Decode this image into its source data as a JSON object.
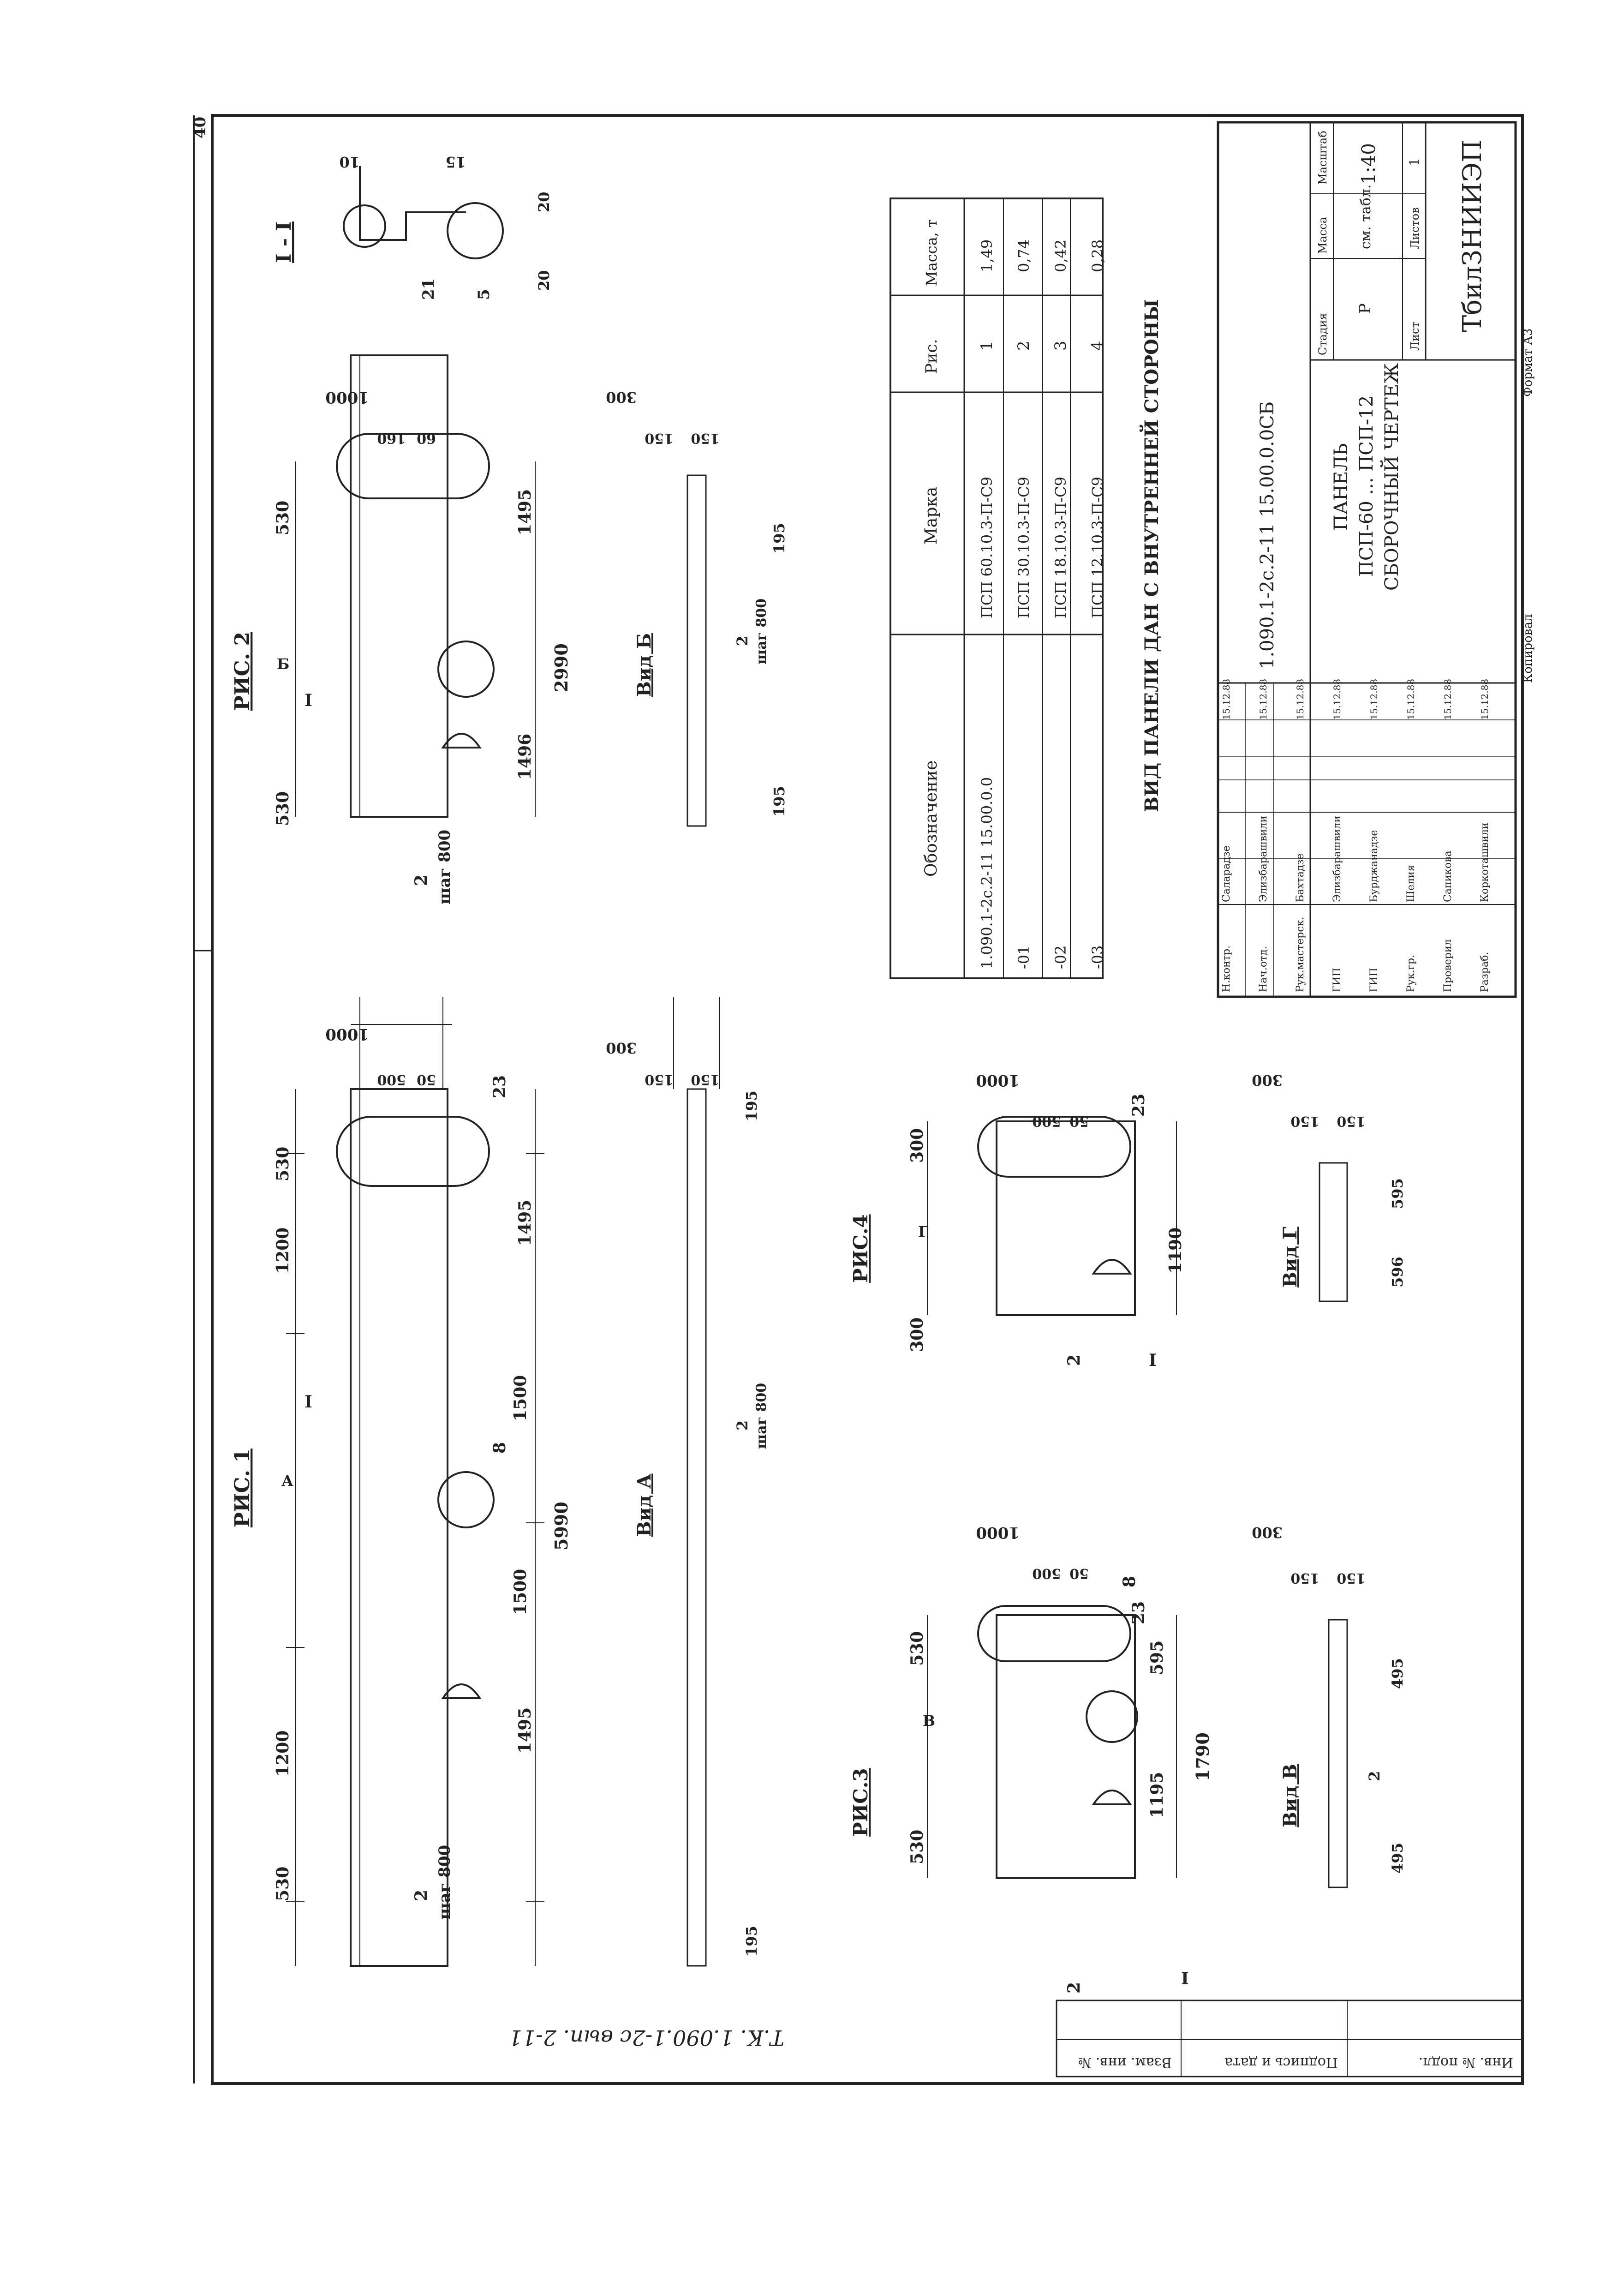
{
  "sheet": {
    "number": "40",
    "format": "Формат А3",
    "copied": "Копировал"
  },
  "left_margin": {
    "album": "Т.К. 1.090.1-2с вып. 2-11",
    "inv_no": "Инв. № подл.",
    "signature_date": "Подпись и дата",
    "inv_instead": "Взам. инв. №"
  },
  "title_block": {
    "doc_code": "1.090.1-2с.2-11 15.00.0.0СБ",
    "title_1": "ПАНЕЛЬ",
    "title_2": "ПСП-60 ... ПСП-12",
    "title_3": "СБОРОЧНЫЙ ЧЕРТЕЖ",
    "head_stage": "Стадия",
    "head_mass": "Масса",
    "head_scale": "Масштаб",
    "stage": "Р",
    "mass": "см. табл.",
    "scale": "1:40",
    "sheet_label": "Лист",
    "sheets_label": "Листов",
    "sheets": "1",
    "org": "ТбилЗНИИЭП",
    "staff": [
      {
        "role": "Н.контр.",
        "name": "Саларадзе",
        "date": "15.12.88"
      },
      {
        "role": "Нач.отд.",
        "name": "Элизбарашвили",
        "date": "15.12.88"
      },
      {
        "role": "Рук.мастерск.",
        "name": "Бахтадзе",
        "date": "15.12.88"
      },
      {
        "role": "ГИП",
        "name": "Элизбарашвили",
        "date": "15.12.88"
      },
      {
        "role": "ГИП",
        "name": "Бурджанадзе",
        "date": "15.12.88"
      },
      {
        "role": "Рук.гр.",
        "name": "Шелия",
        "date": "15.12.88"
      },
      {
        "role": "Проверил",
        "name": "Сапикова",
        "date": "15.12.88"
      },
      {
        "role": "Разраб.",
        "name": "Коркоташвили",
        "date": "15.12.88"
      }
    ]
  },
  "spec_table": {
    "headers": [
      "Обозначение",
      "Марка",
      "Рис.",
      "Масса, т"
    ],
    "rows": [
      {
        "des": "1.090.1-2с.2-11 15.00.0.0",
        "mark": "ПСП 60.10.3-П-С9",
        "fig": "1",
        "mass": "1,49"
      },
      {
        "des": "-01",
        "mark": "ПСП 30.10.3-П-С9",
        "fig": "2",
        "mass": "0,74"
      },
      {
        "des": "-02",
        "mark": "ПСП 18.10.3-П-С9",
        "fig": "3",
        "mass": "0,42"
      },
      {
        "des": "-03",
        "mark": "ПСП 12.10.3-П-С9",
        "fig": "4",
        "mass": "0,28"
      }
    ],
    "note": "ВИД ПАНЕЛИ ДАН С ВНУТРЕННЕЙ СТОРОНЫ"
  },
  "figures": {
    "fig1": {
      "label": "РИС. 1",
      "view": "Вид А",
      "d530": "530",
      "d1200": "1200",
      "d1495": "1495",
      "d1500": "1500",
      "d5990": "5990",
      "d1000": "1000",
      "d500": "500",
      "d50": "50",
      "d300": "300",
      "d150": "150",
      "d195": "195",
      "p2": "2",
      "step": "шаг 800",
      "p8": "8",
      "p23": "23",
      "cut": "I",
      "arrow": "А"
    },
    "fig2": {
      "label": "РИС. 2",
      "view": "Вид Б",
      "d530": "530",
      "d1495": "1495",
      "d1496": "1496",
      "d2990": "2990",
      "d1000": "1000",
      "d160": "160",
      "d60": "60",
      "d300": "300",
      "d150": "150",
      "d195": "195",
      "p2": "2",
      "step": "шаг 800",
      "cut": "I",
      "arrow": "Б"
    },
    "fig3": {
      "label": "РИС.3",
      "view": "Вид В",
      "d530": "530",
      "d595": "595",
      "d1195": "1195",
      "d1790": "1790",
      "d1000": "1000",
      "d500": "500",
      "d50": "50",
      "d300": "300",
      "d150": "150",
      "d495": "495",
      "p2": "2",
      "p8": "8",
      "p23": "23",
      "cut": "I",
      "arrow": "В"
    },
    "fig4": {
      "label": "РИС.4",
      "view": "Вид Г",
      "d300": "300",
      "d1190": "1190",
      "d1000": "1000",
      "d500": "500",
      "d50": "50",
      "d150": "150",
      "d596": "596",
      "d595": "595",
      "p2": "2",
      "p23": "23",
      "cut": "I",
      "arrow": "Г"
    },
    "section": {
      "label": "I - I",
      "d10": "10",
      "d15": "15",
      "d20": "20",
      "p21": "21",
      "p5": "5"
    }
  }
}
